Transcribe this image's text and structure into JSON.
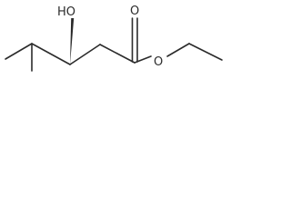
{
  "molecule": {
    "atoms": {
      "hydroxyl_label": "HO",
      "carbonyl_oxygen": "O",
      "ester_oxygen": "O"
    },
    "colors": {
      "bond": "#2b2b2b",
      "background": "#ffffff"
    }
  }
}
